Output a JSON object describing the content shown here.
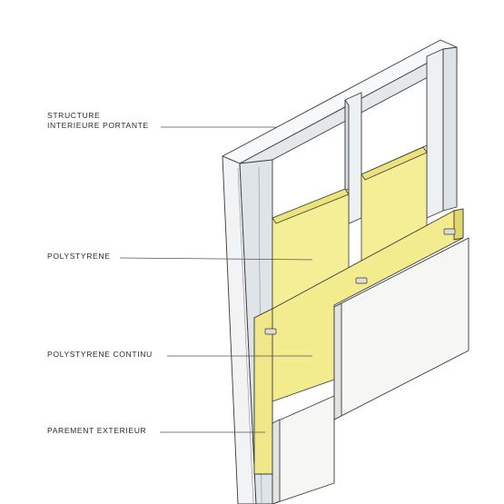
{
  "labels": {
    "structure": {
      "line1": "STRUCTURE",
      "line2": "INTERIEURE PORTANTE"
    },
    "polystyrene": "POLYSTYRENE",
    "polystyrene_continu": "POLYSTYRENE CONTINU",
    "parement_exterieur": "PAREMENT EXTERIEUR"
  },
  "colors": {
    "structure": "#f4f5f6",
    "structure_shade": "#dfe3e6",
    "insulation": "#f4ef96",
    "insulation_shade": "#e7dc6f",
    "facing": "#f6f6f4",
    "facing_shade": "#e6e7e6",
    "line": "#3a3a3a"
  }
}
